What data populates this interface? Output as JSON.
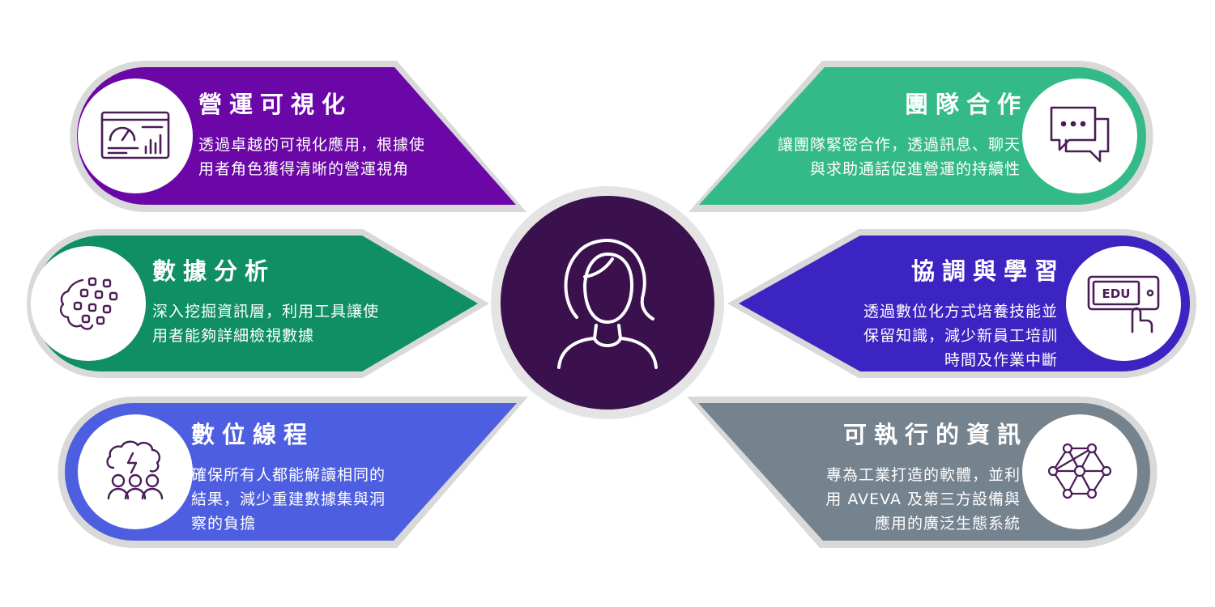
{
  "colors": {
    "ring": "#d9d9d9",
    "center": "#3a114c",
    "card_1": "#6b07a6",
    "card_2": "#34ba89",
    "card_3": "#0f8f63",
    "card_4": "#3c24c2",
    "card_5": "#4d5fe0",
    "card_6": "#75838f"
  },
  "center_icon": "person-icon",
  "cards": [
    {
      "title": "營運可視化",
      "desc": "透過卓越的可視化應用，根據使\n用者角色獲得清晰的營運視角",
      "icon": "dashboard-icon"
    },
    {
      "title": "團隊合作",
      "desc": "讓團隊緊密合作，透過訊息、聊天\n與求助通話促進營運的持續性",
      "icon": "chat-icon"
    },
    {
      "title": "數據分析",
      "desc": "深入挖掘資訊層，利用工具讓使\n用者能夠詳細檢視數據",
      "icon": "data-cluster-icon"
    },
    {
      "title": "協調與學習",
      "desc": "透過數位化方式培養技能並\n保留知識，減少新員工培訓\n時間及作業中斷",
      "icon": "edu-icon"
    },
    {
      "title": "數位線程",
      "desc": "確保所有人都能解讀相同的\n結果，減少重建數據集與洞\n察的負擔",
      "icon": "brain-team-icon"
    },
    {
      "title": "可執行的資訊",
      "desc": "專為工業打造的軟體，並利\n用 AVEVA 及第三方設備與\n應用的廣泛生態系統",
      "icon": "network-icon"
    }
  ]
}
